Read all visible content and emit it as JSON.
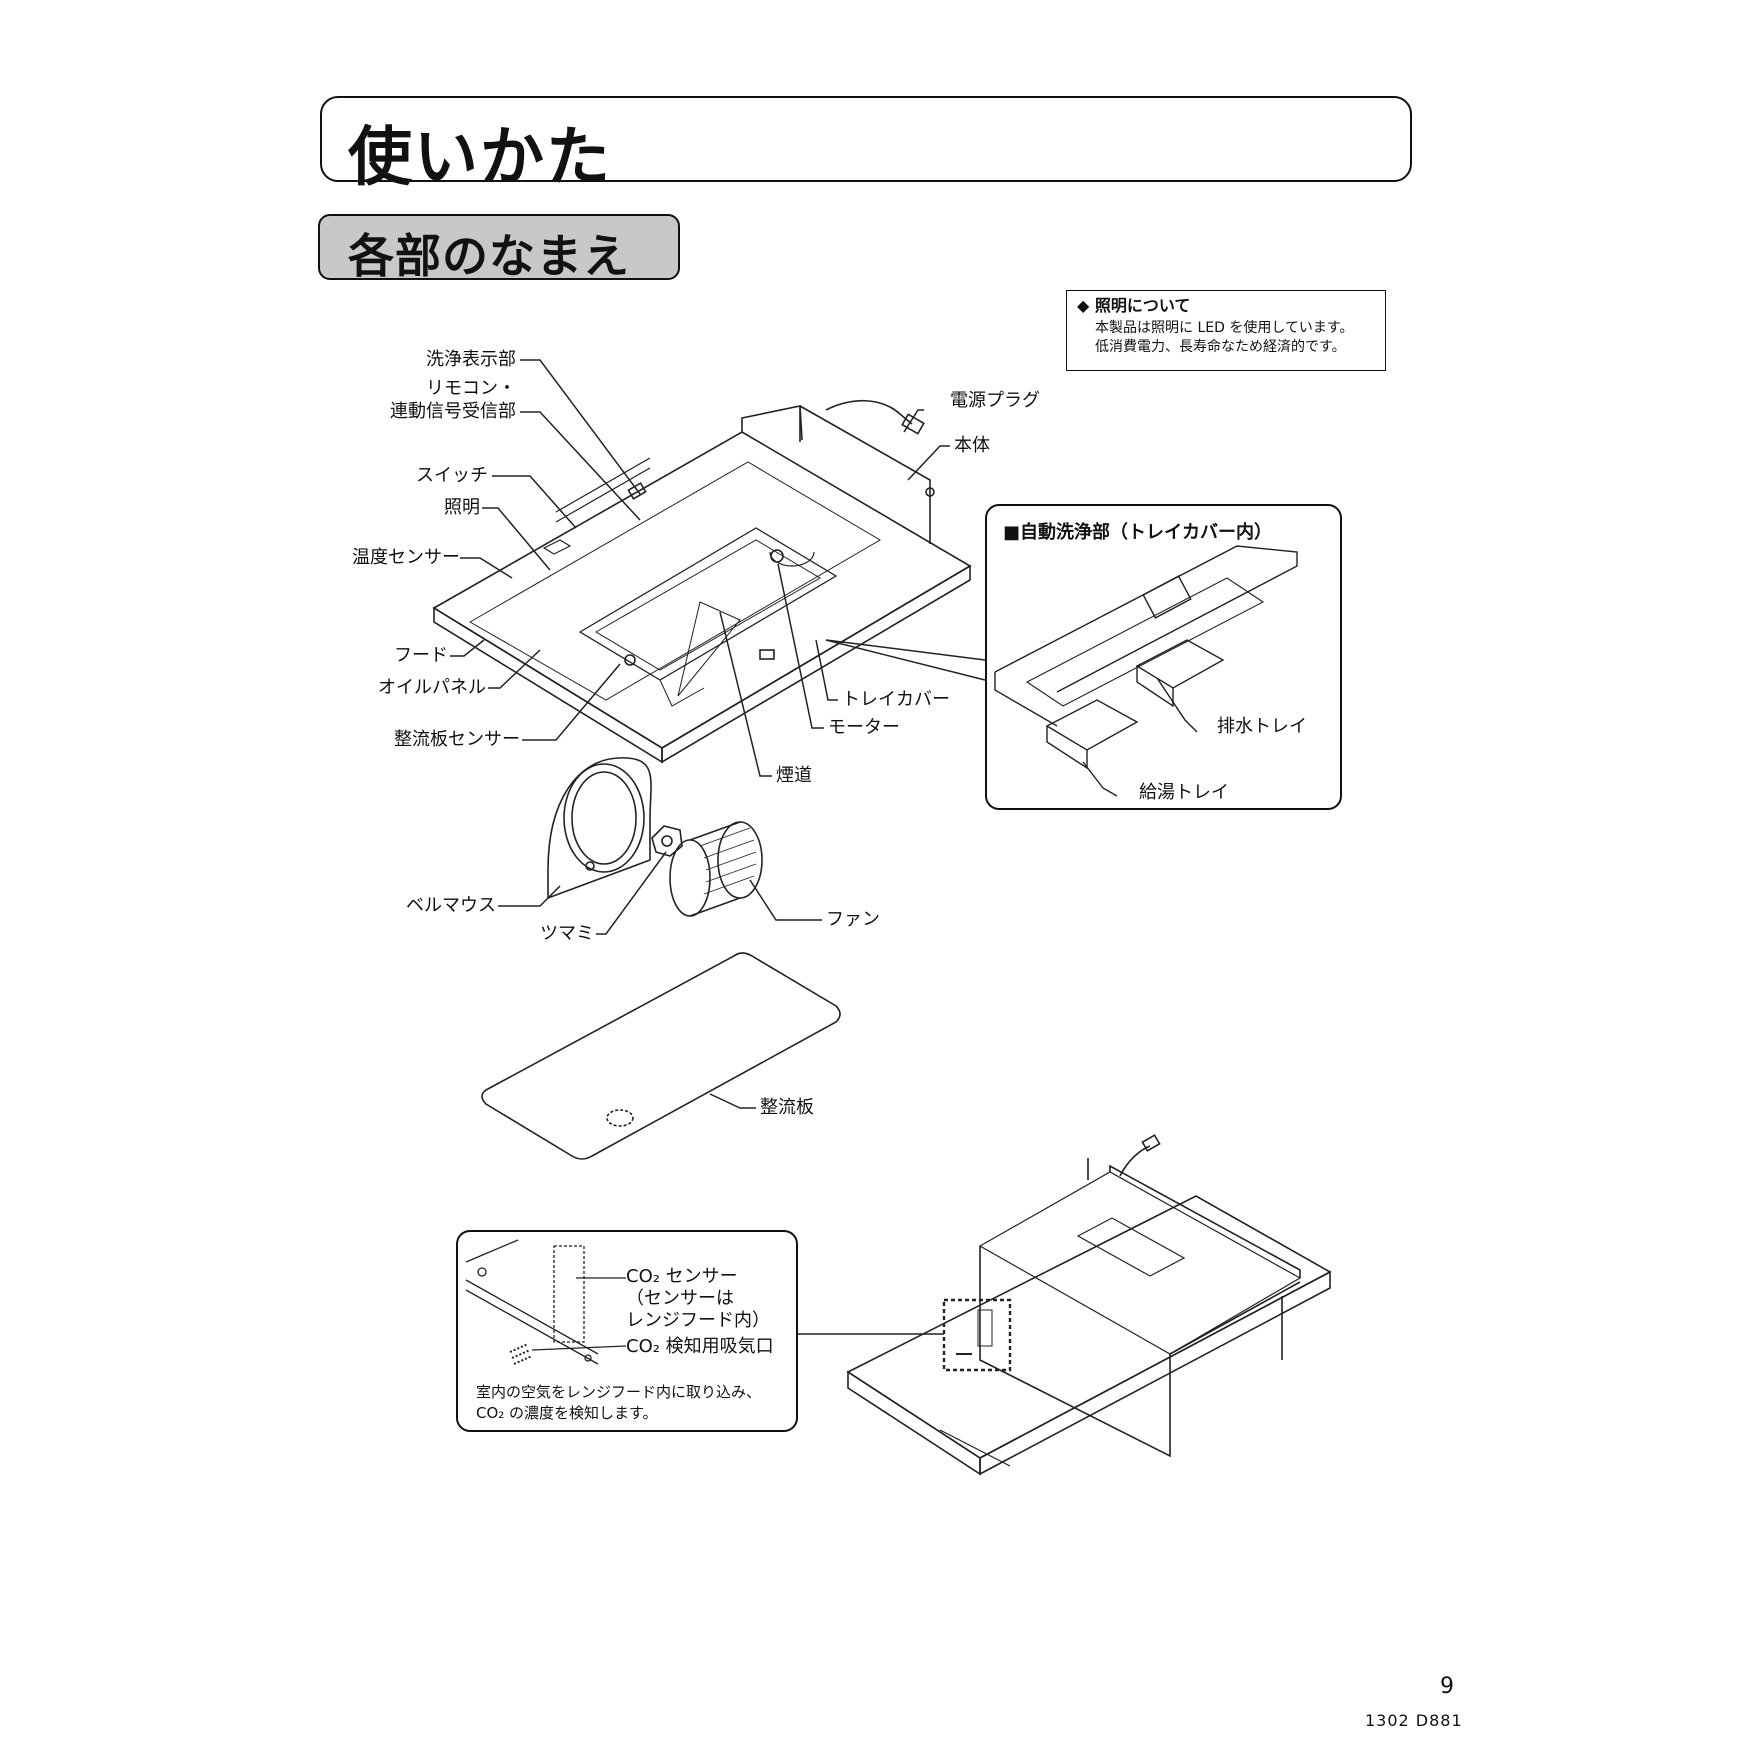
{
  "page_title": "使いかた",
  "section_title": "各部のなまえ",
  "lighting_note": {
    "heading": "◆ 照明について",
    "line1": "本製品は照明に LED を使用しています。",
    "line2": "低消費電力、長寿命なため経済的です。"
  },
  "labels": {
    "wash_display": "洗浄表示部",
    "remote_1": "リモコン・",
    "remote_2": "連動信号受信部",
    "switch": "スイッチ",
    "light": "照明",
    "temp_sensor": "温度センサー",
    "hood": "フード",
    "oil_panel": "オイルパネル",
    "flow_sensor": "整流板センサー",
    "power_plug": "電源プラグ",
    "body": "本体",
    "tray_cover": "トレイカバー",
    "motor": "モーター",
    "flue": "煙道",
    "bellmouth": "ベルマウス",
    "knob": "ツマミ",
    "fan": "ファン",
    "flow_plate": "整流板"
  },
  "auto_wash": {
    "heading": "■自動洗浄部（トレイカバー内）",
    "drain_tray": "排水トレイ",
    "supply_tray": "給湯トレイ"
  },
  "co2": {
    "sensor_1": "CO₂ センサー",
    "sensor_2": "（センサーは",
    "sensor_3": "レンジフード内）",
    "intake": "CO₂ 検知用吸気口",
    "desc_1": "室内の空気をレンジフード内に取り込み、",
    "desc_2": "CO₂ の濃度を検知します。"
  },
  "page_number": "9",
  "doc_code": "1302  D881"
}
